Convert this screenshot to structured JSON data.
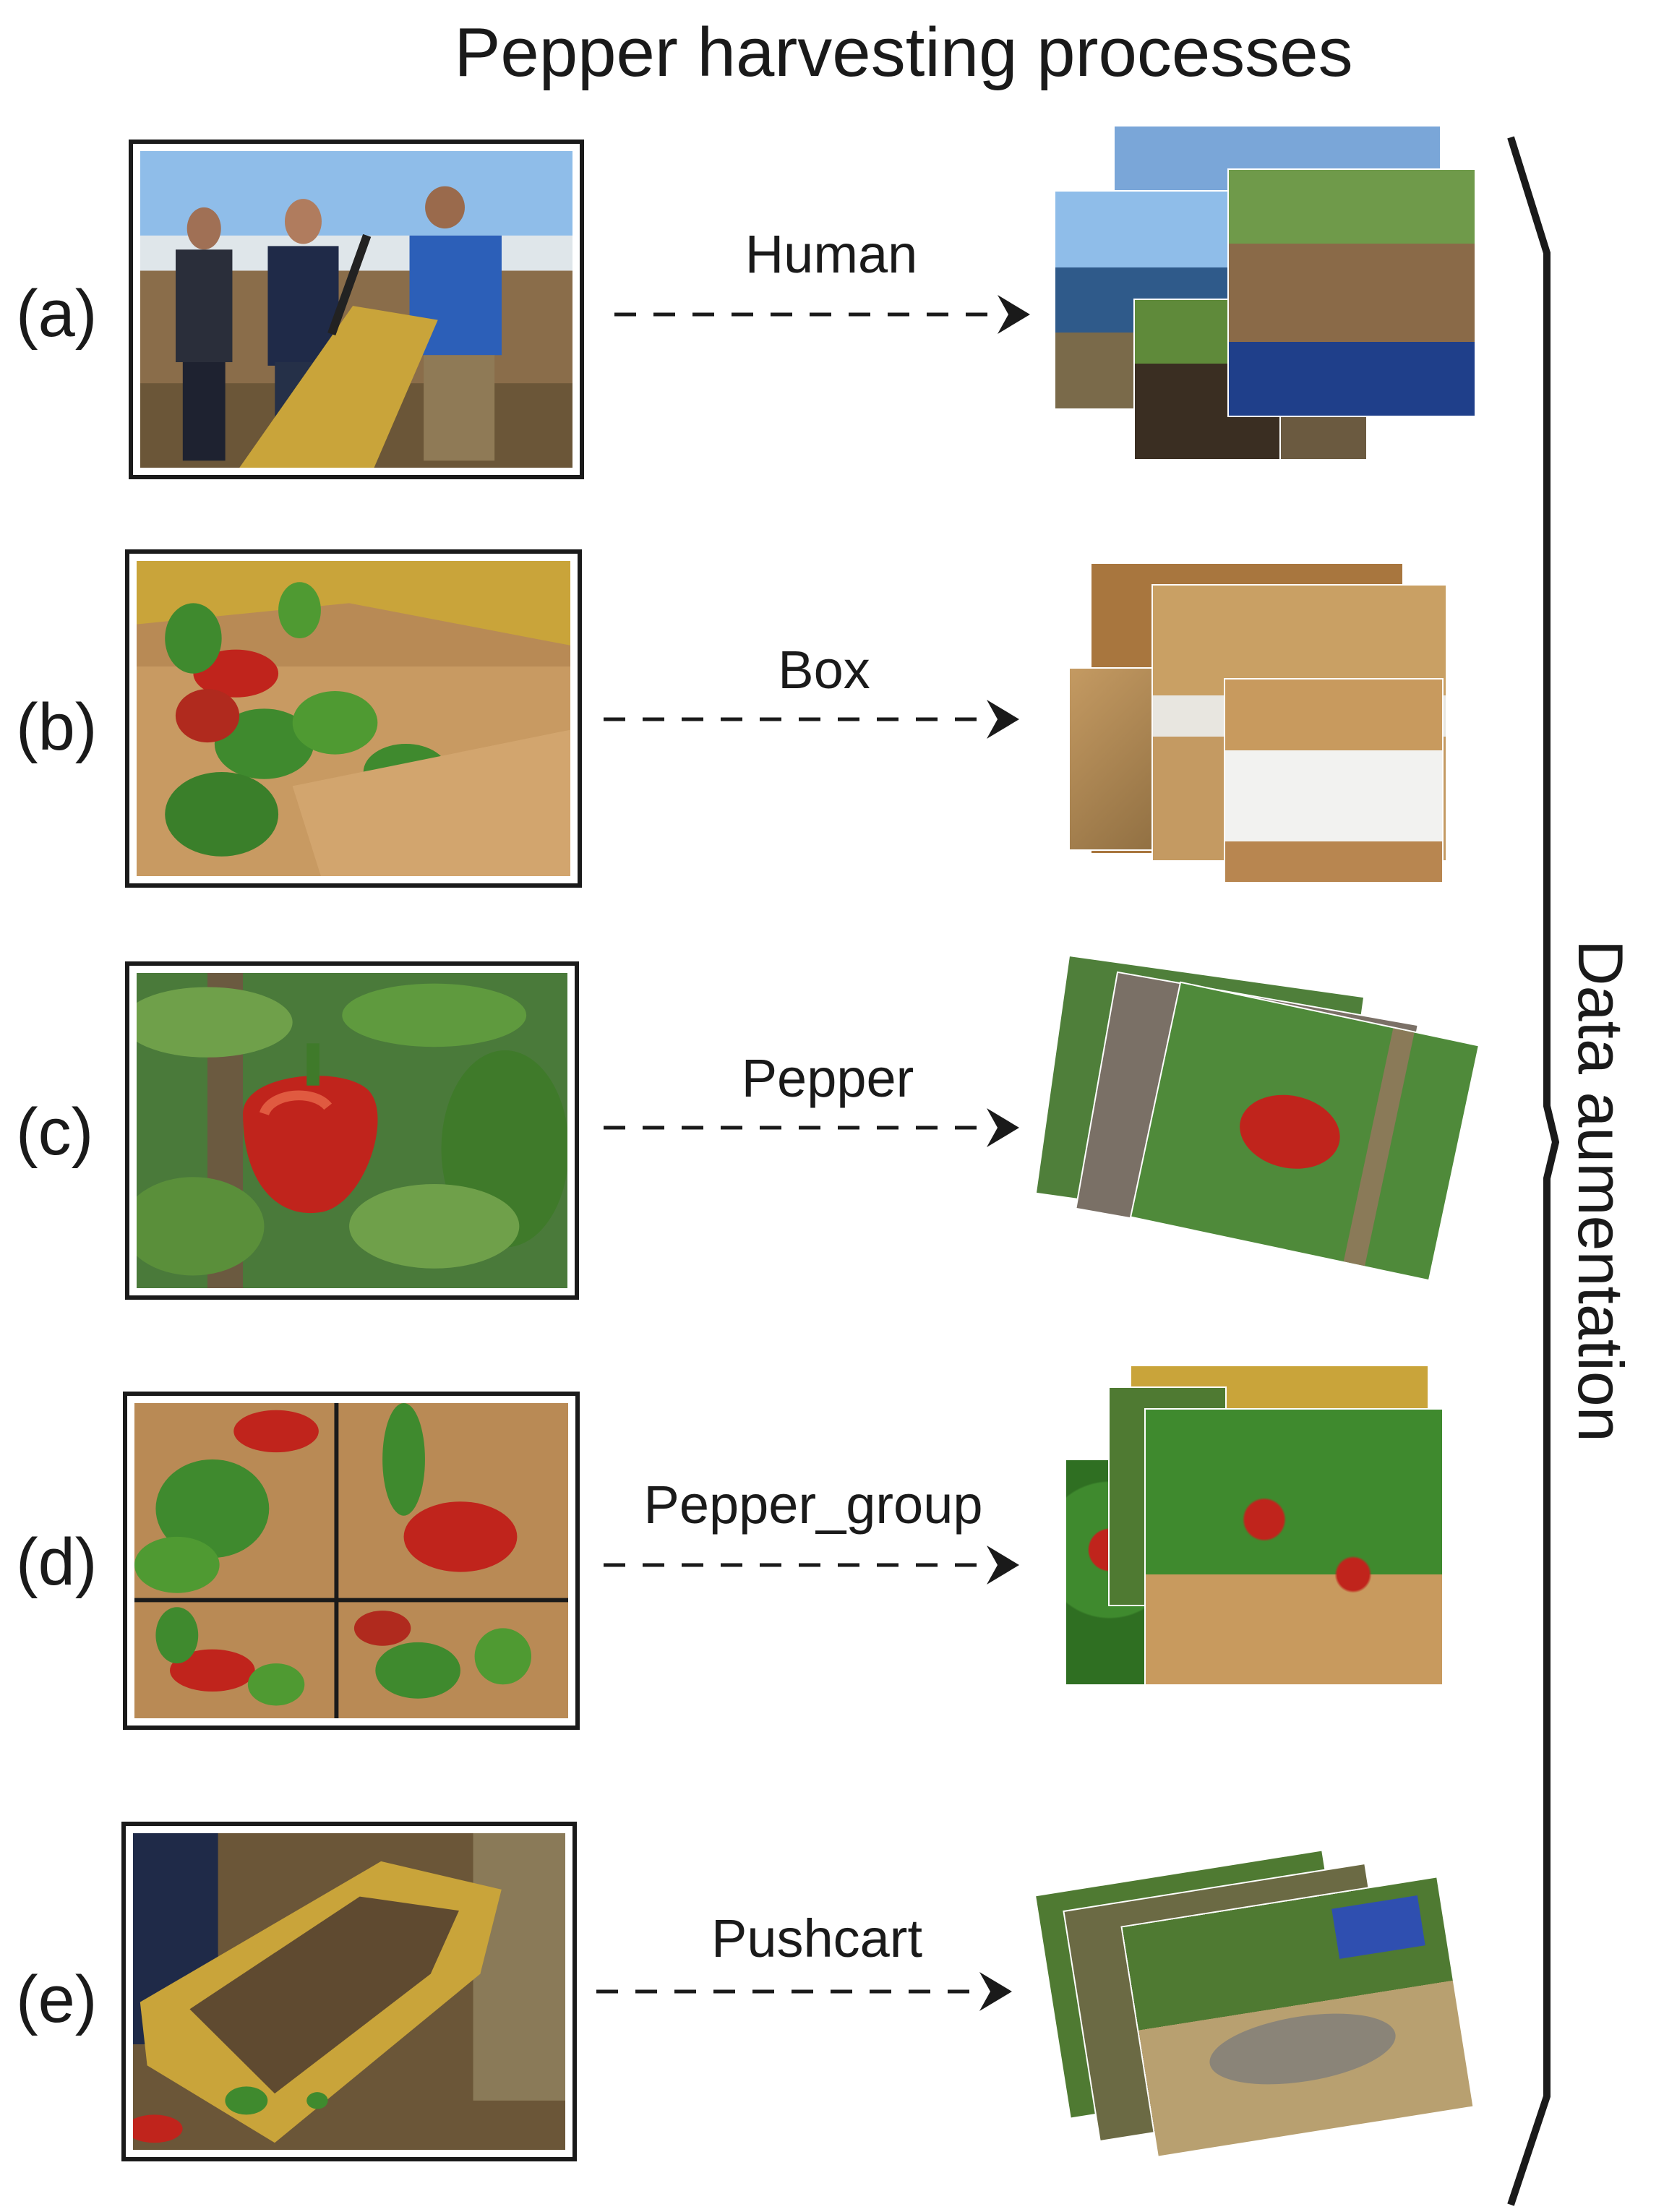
{
  "title": "Pepper harvesting processes",
  "side_label": "Data aumentation",
  "rows": [
    {
      "label": "(a)",
      "class": "Human"
    },
    {
      "label": "(b)",
      "class": "Box"
    },
    {
      "label": "(c)",
      "class": "Pepper"
    },
    {
      "label": "(d)",
      "class": "Pepper_group"
    },
    {
      "label": "(e)",
      "class": "Pushcart"
    }
  ],
  "colors": {
    "frame": "#1a1a1a",
    "arrow": "#1a1a1a",
    "sky": "#7fb3e8",
    "cardboard": "#c9975a",
    "leaf_green": "#3f8a2e",
    "pepper_red": "#c0241c",
    "cart_yellow": "#c9a43a"
  }
}
